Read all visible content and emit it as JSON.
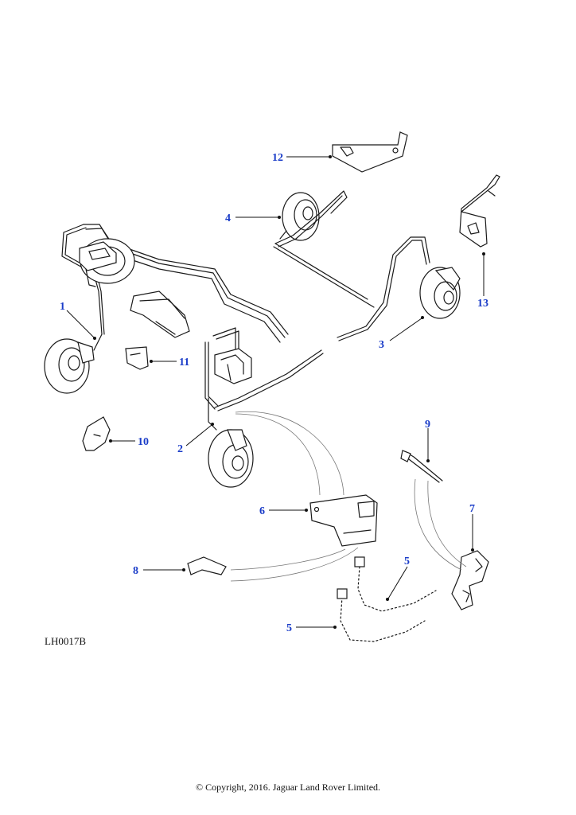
{
  "accent_color": "#1a3cc8",
  "callouts": [
    {
      "id": "12",
      "label": "12"
    },
    {
      "id": "4",
      "label": "4"
    },
    {
      "id": "13",
      "label": "13"
    },
    {
      "id": "1",
      "label": "1"
    },
    {
      "id": "3",
      "label": "3"
    },
    {
      "id": "11",
      "label": "11"
    },
    {
      "id": "10",
      "label": "10"
    },
    {
      "id": "2",
      "label": "2"
    },
    {
      "id": "9",
      "label": "9"
    },
    {
      "id": "6",
      "label": "6"
    },
    {
      "id": "7",
      "label": "7"
    },
    {
      "id": "8",
      "label": "8"
    },
    {
      "id": "5a",
      "label": "5"
    },
    {
      "id": "5b",
      "label": "5"
    }
  ],
  "ref_code": "LH0017B",
  "copyright": "© Copyright, 2016. Jaguar Land Rover Limited."
}
